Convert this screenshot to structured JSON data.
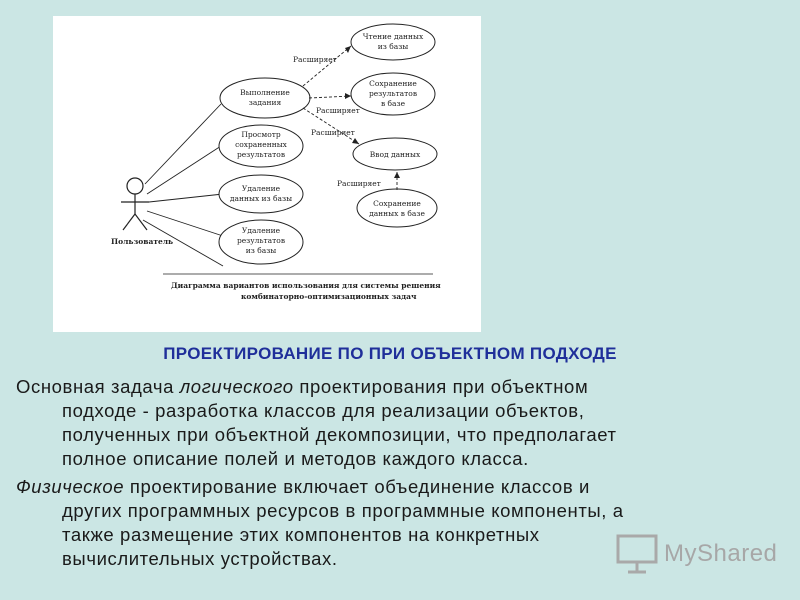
{
  "diagram": {
    "use_cases": [
      "Чтение данных",
      "из базы",
      "Выполнение",
      "задания",
      "Сохранение",
      "результатов",
      "в базе",
      "Просмотр",
      "сохраненных",
      "результатов",
      "Ввод данных",
      "Удаление",
      "данных из базы",
      "Сохранение",
      "данных в базе",
      "Удаление",
      "результатов",
      "из базы"
    ],
    "actor_label": "Пользователь",
    "extend_labels": [
      "Расширяет",
      "Расширяет",
      "Расширяет",
      "Расширяет"
    ],
    "caption_line1": "Диаграмма вариантов использования для системы решения",
    "caption_line2": "комбинаторно-оптимизационных задач"
  },
  "heading": "ПРОЕКТИРОВАНИЕ ПО ПРИ ОБЪЕКТНОМ ПОДХОДЕ",
  "para1": {
    "intro": "Основная задача ",
    "emph": "логического",
    "rest": " проектирования при объектном",
    "line2": "подходе -  разработка классов для реализации объектов,",
    "line3": "полученных при объектной декомпозиции, что предполагает",
    "line4": "полное описание полей и методов каждого класса."
  },
  "para2": {
    "emph": "Физическое",
    "rest": " проектирование включает объединение классов и",
    "line2": "других программных ресурсов в программные компоненты, а",
    "line3": "также размещение этих компонентов на конкретных",
    "line4": "вычислительных устройствах."
  },
  "watermark": {
    "text": "MyShared"
  },
  "colors": {
    "background": "#cbe6e4",
    "heading": "#1f2f9a"
  }
}
